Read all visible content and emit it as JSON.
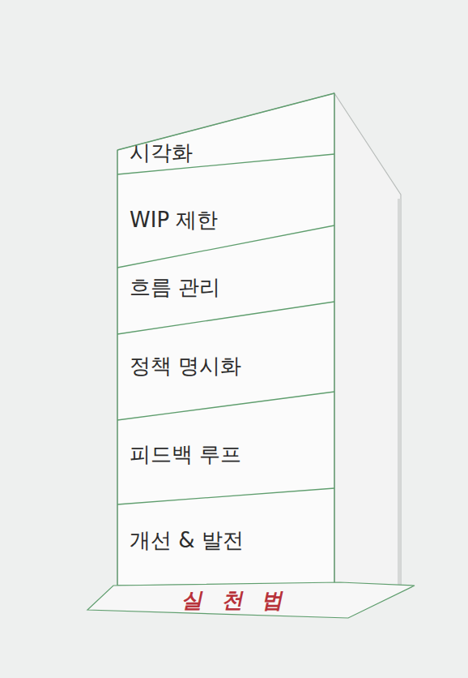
{
  "diagram": {
    "nodes": [
      {
        "text": [
          "시각화"
        ]
      },
      {
        "text": [
          "WIP 제한"
        ]
      },
      {
        "text": [
          "흐름 관리"
        ]
      },
      {
        "text": [
          "정책 명시화"
        ]
      },
      {
        "text": [
          "피드백 루프"
        ]
      },
      {
        "text": [
          "개선 & 발전"
        ]
      },
      {
        "text": [
          "실천법"
        ]
      }
    ]
  }
}
